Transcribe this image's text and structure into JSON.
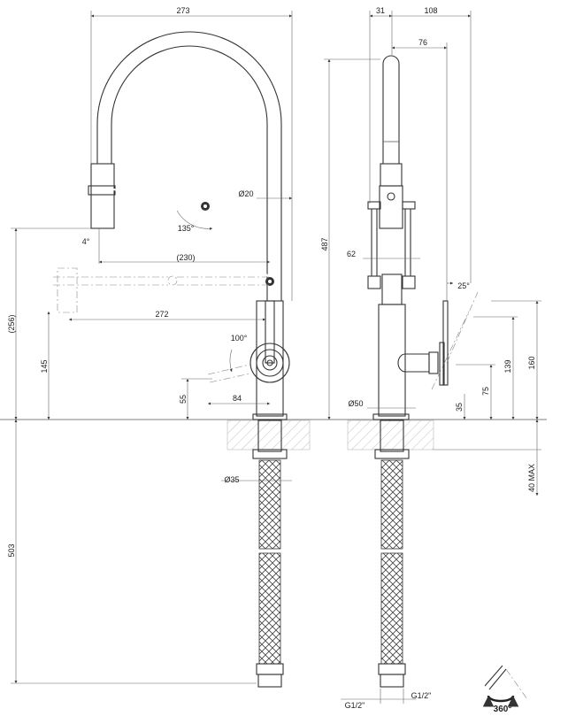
{
  "title": "Kitchen mixer with swivel spout – dimensional drawing",
  "front_view": {
    "overall_width": "273",
    "spout_diameter": "Ø20",
    "nozzle_angle": "4°",
    "arm_angle": "135°",
    "arm_reach_folded": "(230)",
    "arm_reach_extended": "272",
    "handle_angle": "100°",
    "handle_reach": "84",
    "handle_height": "55",
    "folded_height": "145",
    "nozzle_height": "(256)",
    "hose_length": "503",
    "hose_diameter": "Ø35"
  },
  "side_view": {
    "offset_back": "31",
    "offset_front": "108",
    "spout_offset": "76",
    "overall_height": "487",
    "bracket_width": "62",
    "lever_angle": "25°",
    "lever_top_height": "160",
    "lever_open_height": "139",
    "lever_pivot_height": "75",
    "lever_bottom_height": "35",
    "body_diameter": "Ø50",
    "deck_thickness": "40 MAX",
    "connection_left": "G1/2\"",
    "connection_right": "G1/2\""
  },
  "rotation_label": "360°"
}
